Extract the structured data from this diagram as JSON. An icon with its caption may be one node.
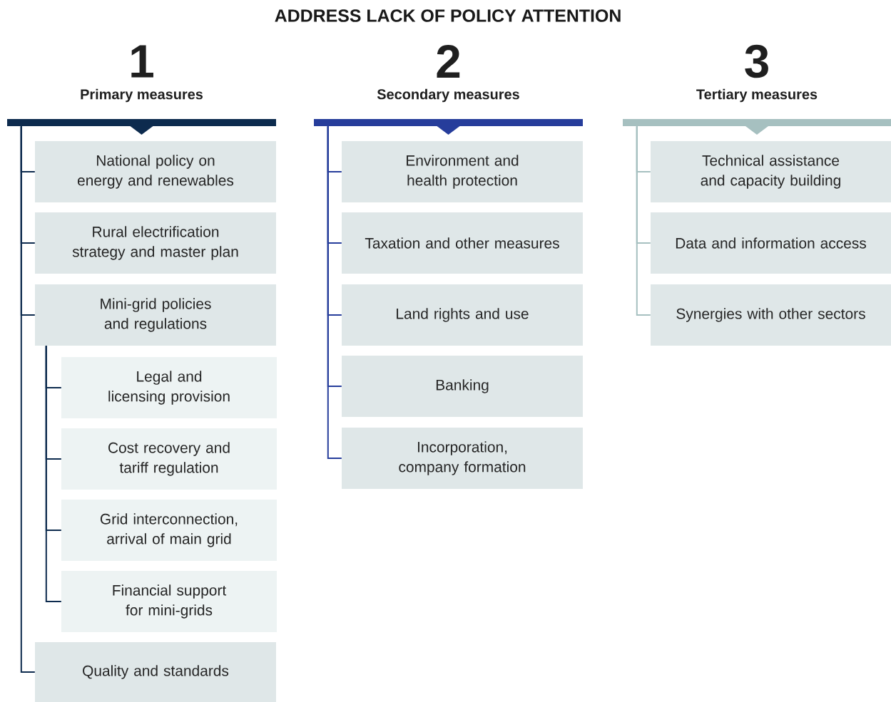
{
  "diagram": {
    "title": "ADDRESS LACK OF POLICY ATTENTION",
    "nodes": [
      {
        "text": [
          "1",
          "Primary measures"
        ]
      },
      {
        "text": [
          "National policy on energy and renewables"
        ]
      },
      {
        "text": [
          "Rural electrification strategy and master plan"
        ]
      },
      {
        "text": [
          "Mini-grid policies and regulations"
        ]
      },
      {
        "text": [
          "Legal and licensing provision"
        ]
      },
      {
        "text": [
          "Cost recovery and tariff regulation"
        ]
      },
      {
        "text": [
          "Grid interconnection, arrival of main grid"
        ]
      },
      {
        "text": [
          "Financial support for mini-grids"
        ]
      },
      {
        "text": [
          "Quality and standards"
        ]
      },
      {
        "text": [
          "2",
          "Secondary measures"
        ]
      },
      {
        "text": [
          "Environment and health protection"
        ]
      },
      {
        "text": [
          "Taxation and other measures"
        ]
      },
      {
        "text": [
          "Land rights and use"
        ]
      },
      {
        "text": [
          "Banking"
        ]
      },
      {
        "text": [
          "Incorporation, company formation"
        ]
      },
      {
        "text": [
          "3",
          "Tertiary measures"
        ]
      },
      {
        "text": [
          "Technical assistance and capacity building"
        ]
      },
      {
        "text": [
          "Data and information access"
        ]
      },
      {
        "text": [
          "Synergies with other sectors"
        ]
      }
    ],
    "edges": [
      {
        "from": 0,
        "to": 1,
        "arrow": "none"
      },
      {
        "from": 0,
        "to": 2,
        "arrow": "none"
      },
      {
        "from": 0,
        "to": 3,
        "arrow": "none"
      },
      {
        "from": 3,
        "to": 4,
        "arrow": "none"
      },
      {
        "from": 3,
        "to": 5,
        "arrow": "none"
      },
      {
        "from": 3,
        "to": 6,
        "arrow": "none"
      },
      {
        "from": 3,
        "to": 7,
        "arrow": "none"
      },
      {
        "from": 0,
        "to": 8,
        "arrow": "none"
      },
      {
        "from": 9,
        "to": 10,
        "arrow": "none",
        "color": "#263d9b"
      },
      {
        "from": 9,
        "to": 11,
        "arrow": "none",
        "color": "#263d9b"
      },
      {
        "from": 9,
        "to": 12,
        "arrow": "none",
        "color": "#263d9b"
      },
      {
        "from": 9,
        "to": 13,
        "arrow": "none",
        "color": "#263d9b"
      },
      {
        "from": 9,
        "to": 14,
        "arrow": "none",
        "color": "#263d9b"
      },
      {
        "from": 15,
        "to": 16,
        "arrow": "none",
        "color": "#a6c0c0"
      },
      {
        "from": 15,
        "to": 17,
        "arrow": "none",
        "color": "#a6c0c0"
      },
      {
        "from": 15,
        "to": 18,
        "arrow": "none",
        "color": "#a6c0c0"
      }
    ]
  }
}
